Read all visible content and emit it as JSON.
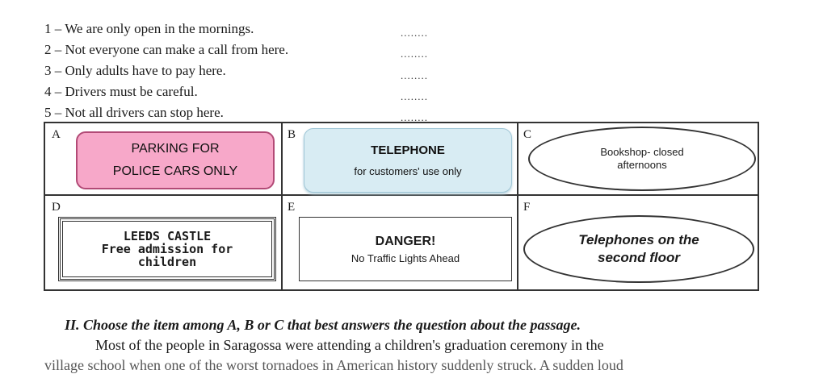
{
  "questions": [
    {
      "text": "1 – We are only open in the mornings.",
      "blank": "........"
    },
    {
      "text": "2 – Not everyone can make a call from here.",
      "blank": "........"
    },
    {
      "text": "3 – Only adults have to pay here.",
      "blank": "........"
    },
    {
      "text": "4 – Drivers must be careful.",
      "blank": "........"
    },
    {
      "text": "5 – Not all drivers can stop here.",
      "blank": "........"
    }
  ],
  "signs": [
    {
      "letter": "A",
      "line1": "PARKING FOR",
      "line2": "POLICE CARS ONLY",
      "fill": "#f7a8c9"
    },
    {
      "letter": "B",
      "line1": "TELEPHONE",
      "line2": "for customers' use only",
      "fill": "#d8ecf3"
    },
    {
      "letter": "C",
      "line1": "Bookshop- closed",
      "line2": "afternoons"
    },
    {
      "letter": "D",
      "line1": "LEEDS CASTLE",
      "line2": "Free admission for",
      "line3": "children"
    },
    {
      "letter": "E",
      "line1": "DANGER!",
      "line2": "No Traffic Lights Ahead"
    },
    {
      "letter": "F",
      "line1": "Telephones on the",
      "line2": "second floor"
    }
  ],
  "instruction": "II. Choose the item among A, B or C that best answers the question about the passage.",
  "passage_line1": "Most of the people in Saragossa were attending a children's graduation ceremony in the",
  "passage_line2": "village school when one of the worst tornadoes in American history suddenly struck. A sudden loud"
}
